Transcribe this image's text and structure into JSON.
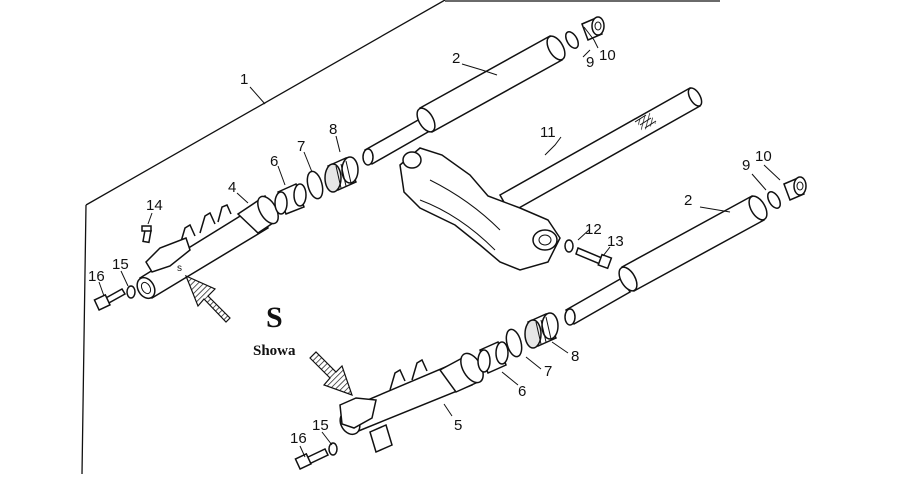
{
  "brand": {
    "letter": "S",
    "name": "Showa"
  },
  "callouts": [
    {
      "id": "c1",
      "label": "1"
    },
    {
      "id": "c2a",
      "label": "2"
    },
    {
      "id": "c2b",
      "label": "2"
    },
    {
      "id": "c4",
      "label": "4"
    },
    {
      "id": "c5",
      "label": "5"
    },
    {
      "id": "c6a",
      "label": "6"
    },
    {
      "id": "c6b",
      "label": "6"
    },
    {
      "id": "c7a",
      "label": "7"
    },
    {
      "id": "c7b",
      "label": "7"
    },
    {
      "id": "c8a",
      "label": "8"
    },
    {
      "id": "c8b",
      "label": "8"
    },
    {
      "id": "c9a",
      "label": "9"
    },
    {
      "id": "c9b",
      "label": "9"
    },
    {
      "id": "c10a",
      "label": "10"
    },
    {
      "id": "c10b",
      "label": "10"
    },
    {
      "id": "c11",
      "label": "11"
    },
    {
      "id": "c12",
      "label": "12"
    },
    {
      "id": "c13",
      "label": "13"
    },
    {
      "id": "c14",
      "label": "14"
    },
    {
      "id": "c15a",
      "label": "15"
    },
    {
      "id": "c15b",
      "label": "15"
    },
    {
      "id": "c16a",
      "label": "16"
    },
    {
      "id": "c16b",
      "label": "16"
    }
  ],
  "colors": {
    "line": "#111111",
    "paper": "#ffffff",
    "shade": "#e6e6e6"
  }
}
